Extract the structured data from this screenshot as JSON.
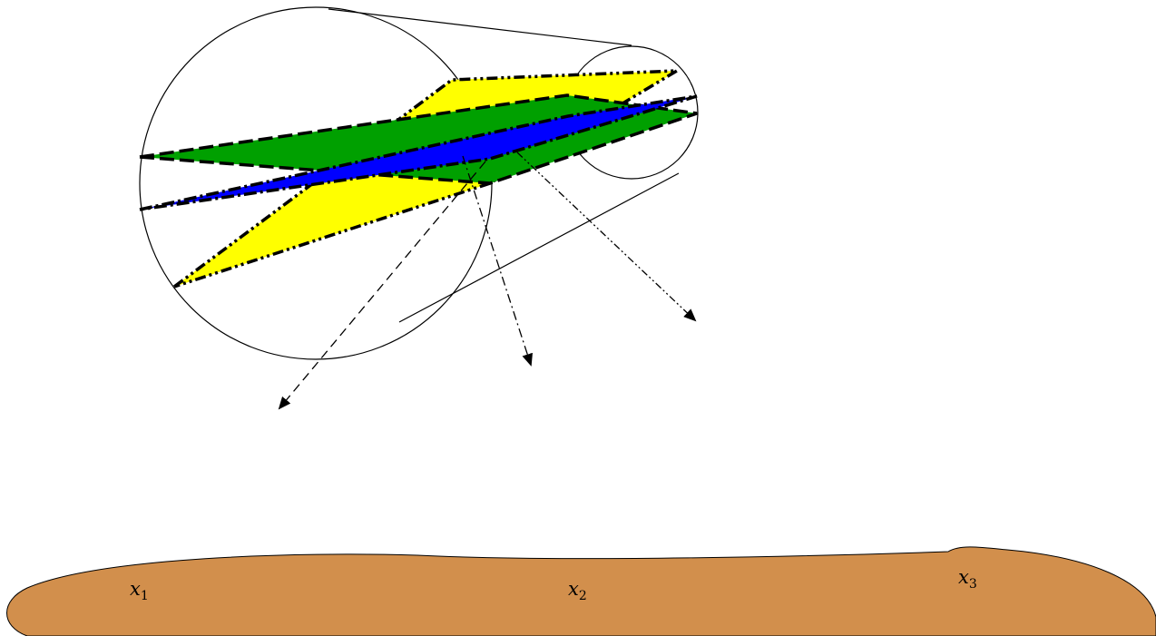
{
  "labels": [
    {
      "name": "x1",
      "base": "x",
      "sub": "1"
    },
    {
      "name": "x2",
      "base": "x",
      "sub": "2"
    },
    {
      "name": "x3",
      "base": "x",
      "sub": "3"
    }
  ],
  "colors": {
    "ground": "#d28f4c",
    "plane_yellow": "#ffff00",
    "plane_green": "#00a000",
    "plane_blue": "#0000ff",
    "stroke": "#000000"
  }
}
